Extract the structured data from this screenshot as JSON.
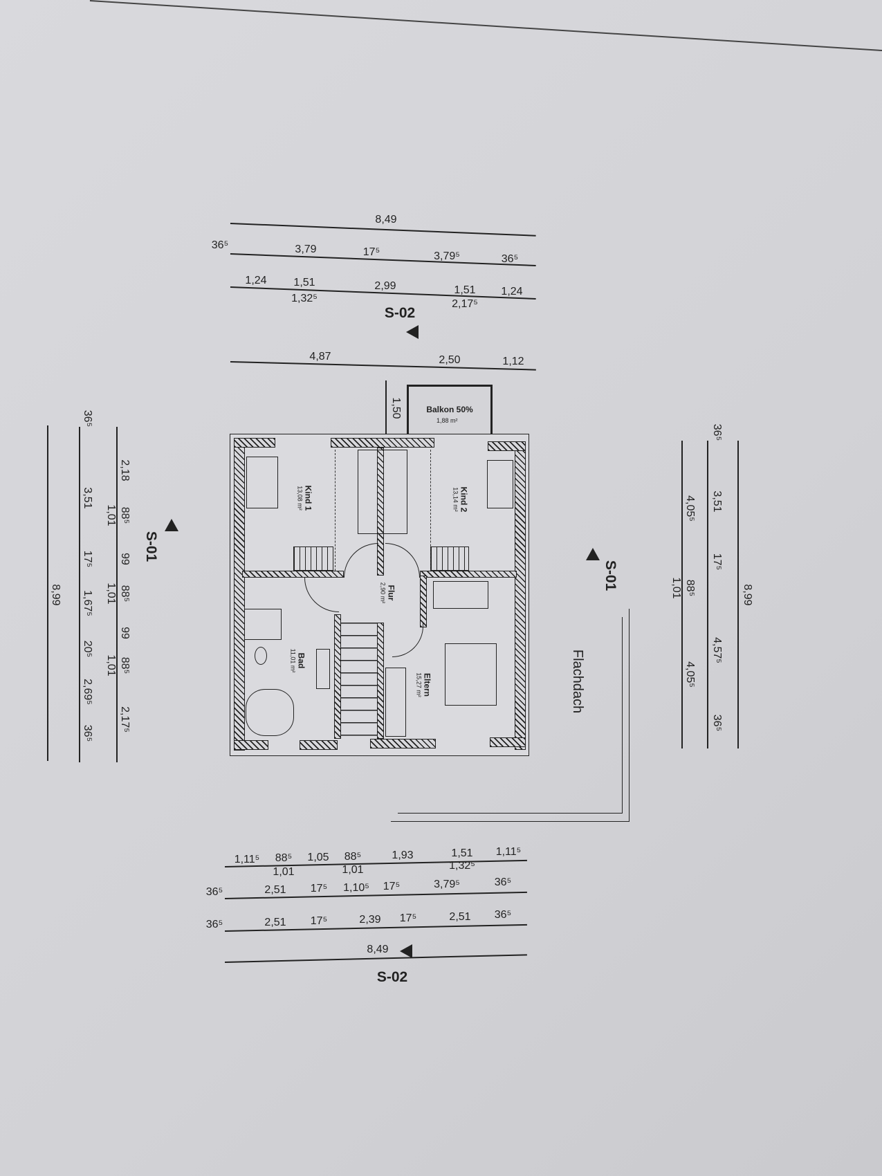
{
  "top_dims": {
    "overall": "8,49",
    "row2": [
      "36⁵",
      "3,79",
      "17⁵",
      "3,79⁵",
      "36⁵"
    ],
    "row3": [
      {
        "top": "1,24"
      },
      {
        "top": "1,51",
        "bottom": "1,32⁵"
      },
      {
        "top": "2,99"
      },
      {
        "top": "1,51",
        "bottom": "2,17⁵"
      },
      {
        "top": "1,24"
      }
    ],
    "row4": [
      "4,87",
      "2,50",
      "1,12"
    ],
    "balcony_depth": "1,50"
  },
  "sections": {
    "top": "S-02",
    "bottom": "S-02",
    "left": "S-01",
    "right": "S-01"
  },
  "rooms": {
    "balkon": {
      "name": "Balkon 50%",
      "area": "1,88 m²"
    },
    "kind1": {
      "name": "Kind 1",
      "area": "13,08 m²"
    },
    "kind2": {
      "name": "Kind 2",
      "area": "13,14 m²"
    },
    "flur": {
      "name": "Flur",
      "area": "2,90 m²"
    },
    "bad": {
      "name": "Bad",
      "area": "11,01 m²"
    },
    "eltern": {
      "name": "Eltern",
      "area": "15,27 m²"
    },
    "flachdach": "Flachdach"
  },
  "left_dims": {
    "inner": [
      {
        "top": "2,18"
      },
      {
        "top": "88⁵",
        "bottom": "1,01"
      },
      {
        "top": "99"
      },
      {
        "top": "88⁵",
        "bottom": "1,01"
      },
      {
        "top": "99"
      },
      {
        "top": "88⁵",
        "bottom": "1,01"
      },
      {
        "top": "2,17⁵"
      }
    ],
    "middle": [
      "36⁵",
      "3,51",
      "17⁵",
      "1,67⁵",
      "20⁵",
      "2,69⁵",
      "36⁵"
    ],
    "overall": "8,99"
  },
  "right_dims": {
    "inner": [
      {
        "top": "4,05⁵"
      },
      {
        "top": "88⁵",
        "bottom": "1,01"
      },
      {
        "top": "4,05⁵"
      }
    ],
    "middle": [
      "36⁵",
      "3,51",
      "17⁵",
      "4,57⁵",
      "36⁵"
    ],
    "overall": "8,99"
  },
  "bottom_dims": {
    "row1": [
      {
        "top": "1,11⁵"
      },
      {
        "top": "88⁵",
        "bottom": "1,01"
      },
      {
        "top": "1,05"
      },
      {
        "top": "88⁵",
        "bottom": "1,01"
      },
      {
        "top": "1,93"
      },
      {
        "top": "1,51",
        "bottom": "1,32⁵"
      },
      {
        "top": "1,11⁵"
      }
    ],
    "row2": [
      "36⁵",
      "2,51",
      "17⁵",
      "1,10⁵",
      "17⁵",
      "3,79⁵",
      "36⁵"
    ],
    "row3": [
      "36⁵",
      "2,51",
      "17⁵",
      "2,39",
      "17⁵",
      "2,51",
      "36⁵"
    ],
    "overall": "8,49"
  }
}
